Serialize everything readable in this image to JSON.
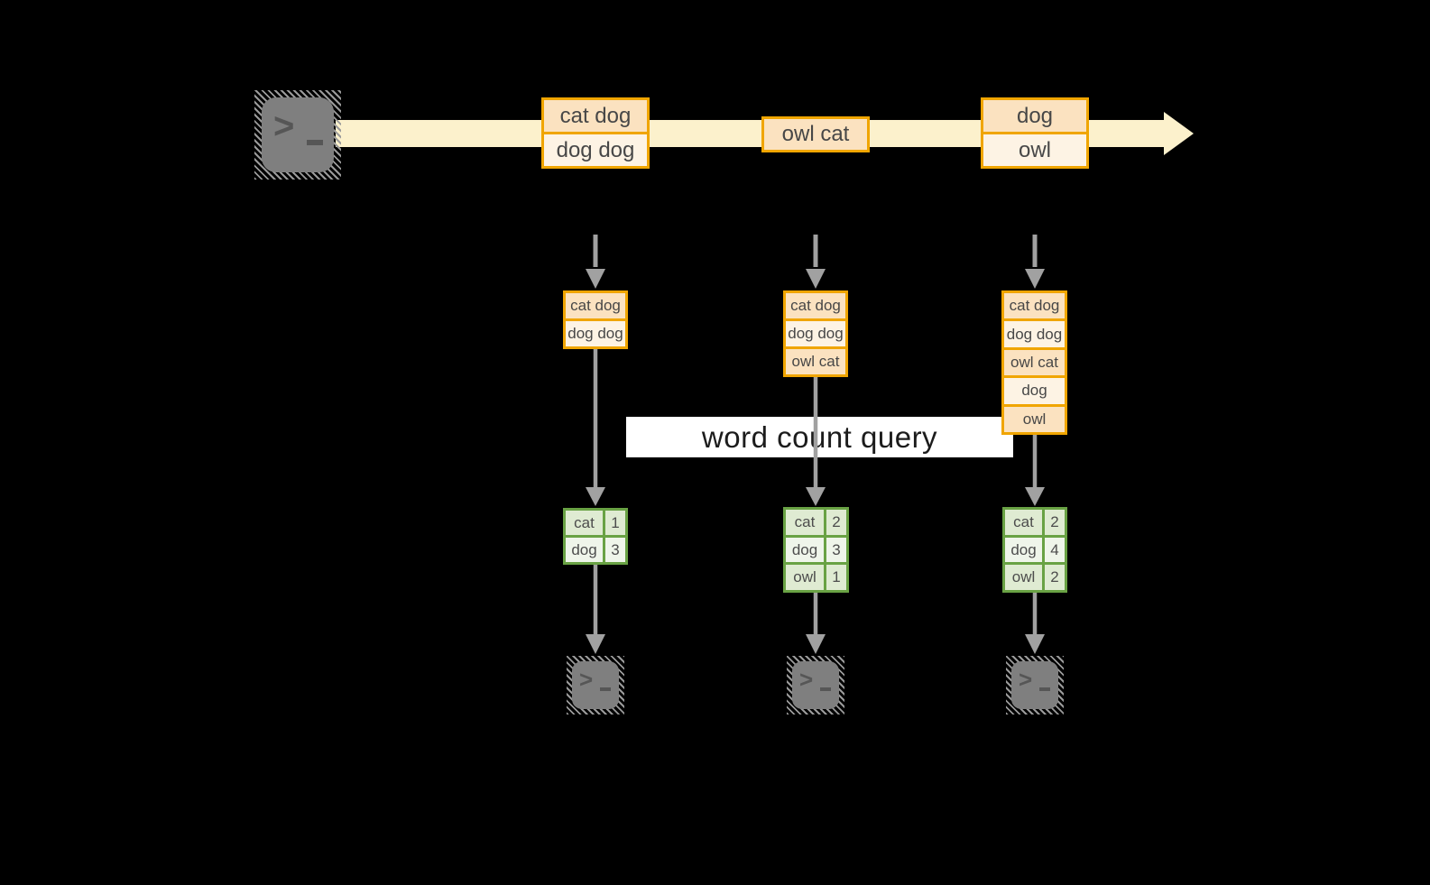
{
  "query": {
    "label": "word count query"
  },
  "stream": {
    "messages": [
      {
        "lines": [
          "cat dog",
          "dog dog"
        ]
      },
      {
        "lines": [
          "owl cat"
        ]
      },
      {
        "lines": [
          "dog",
          "owl"
        ]
      }
    ]
  },
  "stacks": [
    {
      "items": [
        "cat dog",
        "dog dog"
      ]
    },
    {
      "items": [
        "cat dog",
        "dog dog",
        "owl cat"
      ]
    },
    {
      "items": [
        "cat dog",
        "dog dog",
        "owl cat",
        "dog",
        "owl"
      ]
    }
  ],
  "tables": [
    {
      "rows": [
        [
          "cat",
          "1"
        ],
        [
          "dog",
          "3"
        ]
      ]
    },
    {
      "rows": [
        [
          "cat",
          "2"
        ],
        [
          "dog",
          "3"
        ],
        [
          "owl",
          "1"
        ]
      ]
    },
    {
      "rows": [
        [
          "cat",
          "2"
        ],
        [
          "dog",
          "4"
        ],
        [
          "owl",
          "2"
        ]
      ]
    }
  ],
  "icons": {
    "source": "terminal-icon",
    "sink": "terminal-icon",
    "prompt_glyph": ">"
  },
  "colors": {
    "background": "#000000",
    "stream_band": "#FCF1CC",
    "orange_border": "#F0A500",
    "peach_dark": "#FBE2C0",
    "peach_light": "#FDF3E4",
    "green_border": "#69A244",
    "green_dark": "#DFEBD2",
    "green_light": "#EFF5EA",
    "arrow_gray": "#A1A1A1",
    "terminal_gray": "#7F7F7F"
  }
}
